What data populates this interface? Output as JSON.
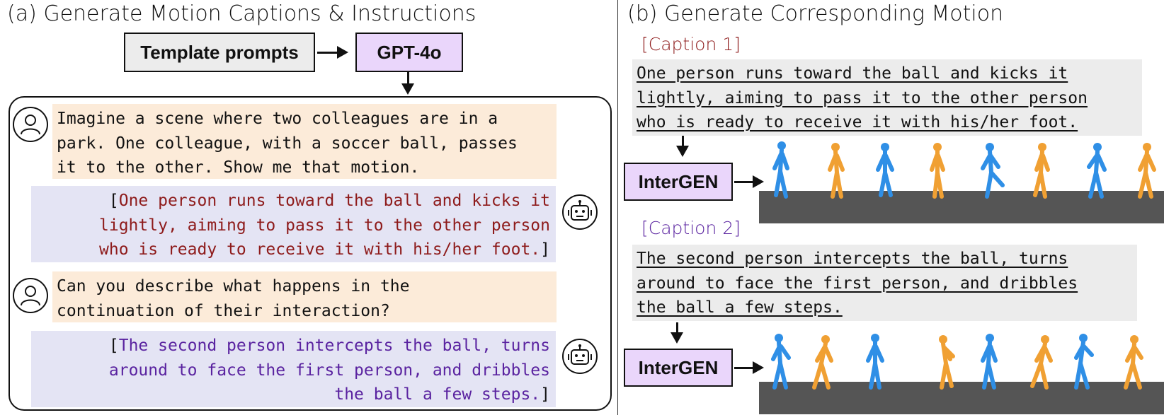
{
  "left": {
    "title": "(a) Generate Motion Captions & Instructions",
    "template_prompts": "Template prompts",
    "gpt": "GPT-4o",
    "user1": "Imagine a scene where two colleagues are in a\npark. One colleague, with a soccer ball, passes\nit to the other. Show me that motion.",
    "bot1_open": "[",
    "bot1_text": "One person runs toward the ball and kicks it\nlightly, aiming to pass it to the other person\nwho is ready to receive it with his/her foot.",
    "bot1_close": "]",
    "user2": "Can you describe what happens in the\ncontinuation of their interaction?",
    "bot2_open": "[",
    "bot2_text": "The second person intercepts the ball, turns\naround to face the first person, and dribbles\nthe ball a few steps.",
    "bot2_close": "]",
    "icons": [
      "user-icon",
      "robot-icon"
    ]
  },
  "right": {
    "title": "(b) Generate Corresponding Motion",
    "caption1_label": "[Caption 1]",
    "caption1_text": "One person runs toward the ball and kicks it\nlightly, aiming to pass it to the other person\nwho is ready to receive it with his/her foot.",
    "caption2_label": "[Caption 2]",
    "caption2_text": "The second person intercepts the ball, turns\naround to face the first person, and dribbles\nthe ball a few steps.",
    "intergen1": "InterGEN",
    "intergen2": "InterGEN"
  },
  "colors": {
    "caption1": "#8e1b1b",
    "caption2": "#5a23a0",
    "person_a": "#2f8fe6",
    "person_b": "#f0a033",
    "gpt_box": "#ead6fb",
    "user_bubble": "#fcebd9",
    "bot_bubble": "#e4e4f4"
  }
}
